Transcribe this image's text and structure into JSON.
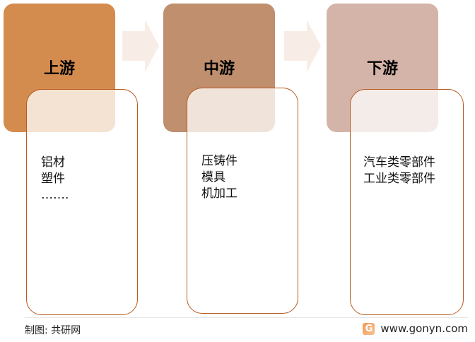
{
  "stages": [
    {
      "title": "上游",
      "color": "#D48B4E",
      "items": [
        "铝材",
        "塑件",
        "……."
      ]
    },
    {
      "title": "中游",
      "color": "#BF8F6E",
      "items": [
        "压铸件",
        "模具",
        "机加工"
      ]
    },
    {
      "title": "下游",
      "color": "#D4B4A8",
      "items": [
        "汽车类零部件",
        "工业类零部件"
      ]
    }
  ],
  "arrow_color": "#F8EDE6",
  "footer": {
    "source": "制图: 共研网",
    "website": "www.gonyn.com",
    "logo_letter": "G"
  }
}
